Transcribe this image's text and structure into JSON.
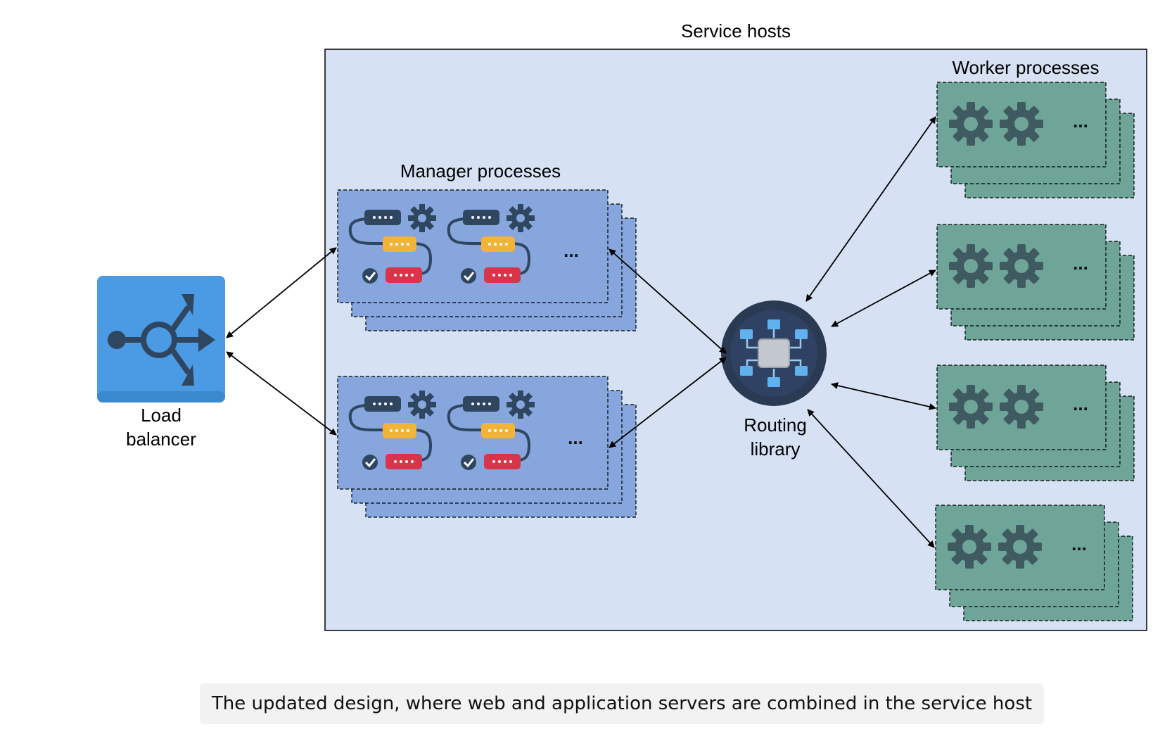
{
  "labels": {
    "service_hosts": "Service hosts",
    "worker_processes": "Worker processes",
    "manager_processes": "Manager processes",
    "load_balancer_line1": "Load",
    "load_balancer_line2": "balancer",
    "routing_line1": "Routing",
    "routing_line2": "library",
    "more_marker": "..."
  },
  "caption": "The updated design, where web and application servers are combined in the service host",
  "icons": {
    "load_balancer": "load-balancer-icon",
    "routing": "routing-library-icon",
    "workflow": "workflow-icon",
    "gear": "gear-icon"
  },
  "colors": {
    "service_host_fill": "#d6e2f3",
    "manager_fill": "#86a6dd",
    "worker_fill": "#6ea598",
    "load_balancer_fill": "#4a9be3",
    "icon_dark": "#2f4661",
    "routing_fill": "#2b3a53",
    "gear_fill": "#3f5a60",
    "pill_yellow": "#f1b338",
    "pill_red": "#d8344a"
  }
}
